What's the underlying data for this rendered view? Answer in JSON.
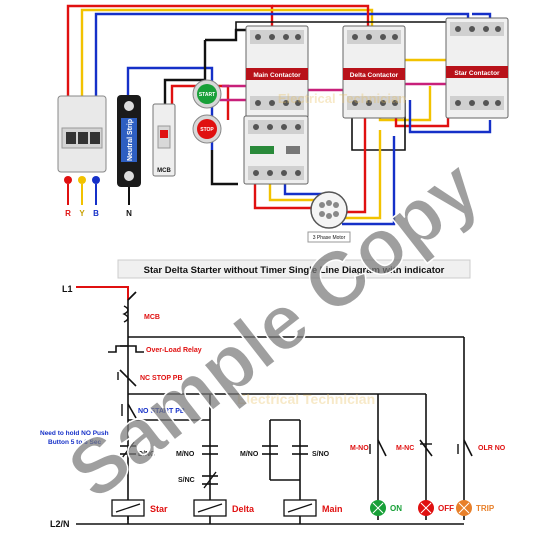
{
  "top": {
    "contactors": {
      "main": "Main Contactor",
      "delta": "Delta Contactor",
      "star": "Star Contactor"
    },
    "start_label": "START",
    "stop_label": "STOP",
    "neutral_strip_label": "Neutral Strip",
    "mcb_label": "MCB",
    "motor_label": "3 Phase Motor",
    "phases": [
      "R",
      "Y",
      "B",
      "N"
    ],
    "watermark_brand": "Electrical Technician"
  },
  "diagram": {
    "title": "Star Delta Starter without Timer Single Line Diagram with indicator",
    "line_top": "L1",
    "line_bottom": "L2/N",
    "mcb": "MCB",
    "overload_relay": "Over-Load Relay",
    "stop_pb": "NC STOP PB",
    "start_pb": "NO START PB",
    "note": [
      "Need to hold NO Push",
      "Button 5 to 8 Sec"
    ],
    "contacts": {
      "d_nc": "D/NC",
      "m_no_1": "M/NO",
      "s_nc": "S/NC",
      "m_no_2": "M/NO",
      "s_no": "S/NO",
      "m_no_3": "M-NO",
      "m_nc": "M-NC",
      "olr_no": "OLR NO"
    },
    "coils": {
      "star": "Star",
      "delta": "Delta",
      "main": "Main"
    },
    "indicators": {
      "on": "ON",
      "off": "OFF",
      "trip": "TRIP"
    }
  },
  "watermark": "Sample Copy",
  "colors": {
    "red": "#e01010",
    "yellow": "#f2c200",
    "blue": "#1530c8",
    "black": "#111111",
    "magenta": "#c8207a",
    "contactor_label_bg": "#b8121a",
    "start_green": "#18a038",
    "title_bg": "#f0f0f0"
  }
}
